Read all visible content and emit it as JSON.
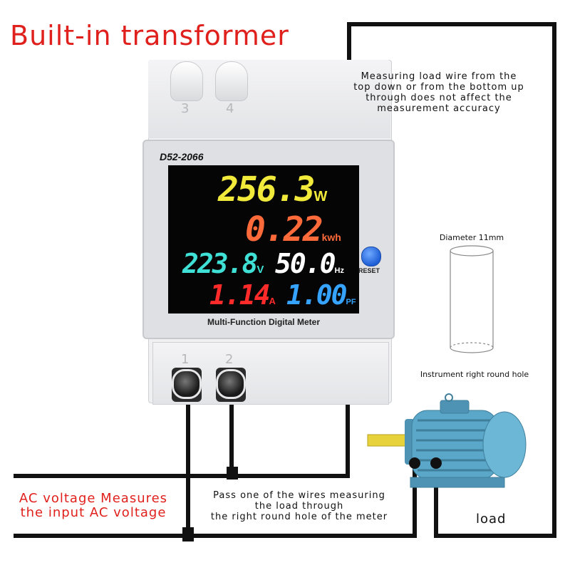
{
  "title": "Built-in transformer",
  "meter": {
    "model": "D52-2066",
    "terminals_top": [
      "3",
      "4"
    ],
    "terminals_bottom": [
      "1",
      "2"
    ],
    "power": {
      "value": "256.3",
      "unit": "W"
    },
    "energy": {
      "value": "0.22",
      "unit": "kwh"
    },
    "voltage": {
      "value": "223.8",
      "unit": "V"
    },
    "frequency": {
      "value": "50.0",
      "unit": "Hz"
    },
    "current": {
      "value": "1.14",
      "unit": "A"
    },
    "power_factor": {
      "value": "1.00",
      "unit": "PF"
    },
    "reset_label": "RESET",
    "footer_label": "Multi-Function Digital Meter"
  },
  "notes": {
    "top_right": [
      "Measuring load wire from the",
      "top down or from the bottom up",
      "through does not affect the",
      "measurement accuracy"
    ],
    "diameter": "Diameter 11mm",
    "hole": "Instrument right round hole",
    "ac_voltage": [
      "AC voltage Measures",
      "the input AC voltage"
    ],
    "pass_wire": [
      "Pass one of the wires measuring",
      "the load through",
      "the right round hole of the meter"
    ],
    "load": "load"
  },
  "colors": {
    "title": "#e0201c",
    "power": "#f2ea3a",
    "energy": "#ff6a3a",
    "voltage": "#3fe0d6",
    "frequency": "#ffffff",
    "current": "#ff2b2b",
    "power_factor": "#35a3ff",
    "reset_button": "#2f6fe0",
    "motor": "#5aa7c9"
  },
  "icons": [
    "electric-motor-icon",
    "cylinder-hole-icon",
    "screw-terminal-icon"
  ]
}
